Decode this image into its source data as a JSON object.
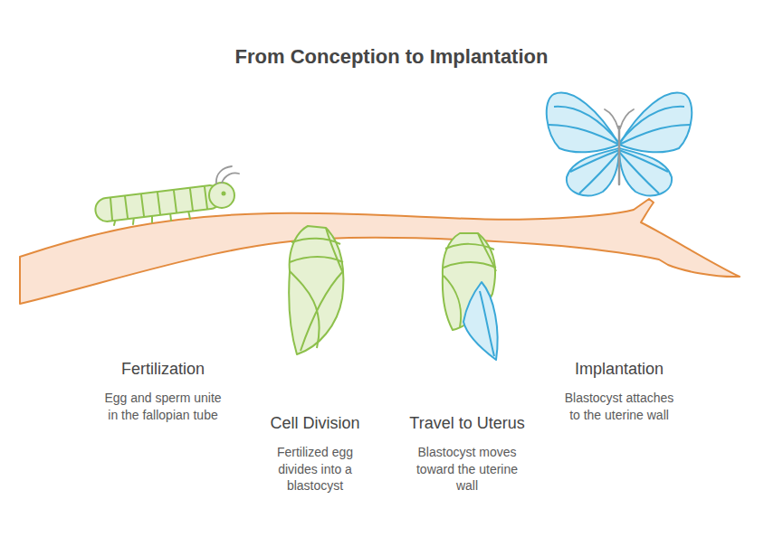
{
  "diagram": {
    "title": "From Conception to Implantation",
    "labels": [
      "Fertilization",
      "Egg and sperm unite in the fallopian tube",
      "Cell Division",
      "Fertilized egg divides into a blastocyst",
      "Travel to Uterus",
      "Blastocyst moves toward the uterine wall",
      "Implantation",
      "Blastocyst attaches to the uterine wall"
    ]
  }
}
